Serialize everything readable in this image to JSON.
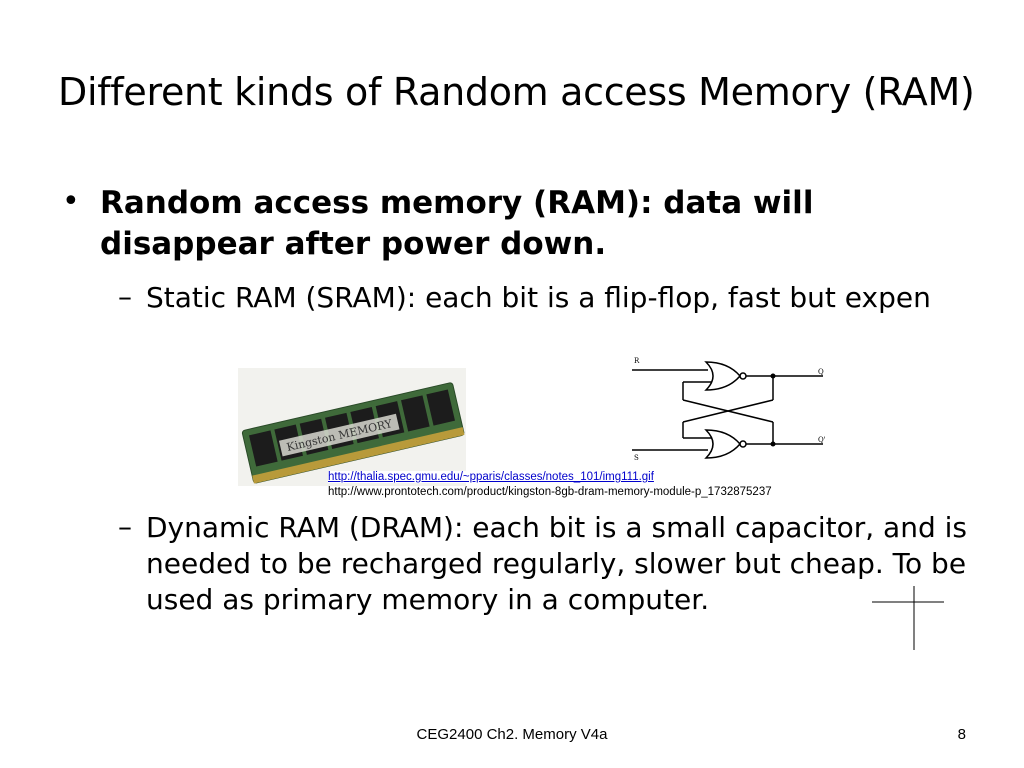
{
  "slide": {
    "title": "Different kinds of Random access Memory (RAM)",
    "bullet": "Random access memory (RAM): data will disappear after power down.",
    "sub1": "Static RAM (SRAM): each bit is a flip-flop, fast but expen",
    "sub2": "Dynamic RAM (DRAM): each bit is a small capacitor, and is needed to be recharged regularly, slower but cheap. To be used as primary memory in a computer.",
    "link1": "http://thalia.spec.gmu.edu/~pparis/classes/notes_101/img111.gif",
    "link2": "http://www.prontotech.com/product/kingston-8gb-dram-memory-module-p_1732875237",
    "footer": "CEG2400 Ch2. Memory V4a",
    "page_number": "8"
  },
  "ram_image": {
    "label": "Kingston MEMORY"
  },
  "flipflop": {
    "input_r": "R",
    "input_s": "S",
    "output_q": "Q",
    "output_qbar": "Q'"
  },
  "colors": {
    "link": "#0000cc",
    "pcb": "#3f6a3a",
    "chip": "#1c1c1c"
  }
}
